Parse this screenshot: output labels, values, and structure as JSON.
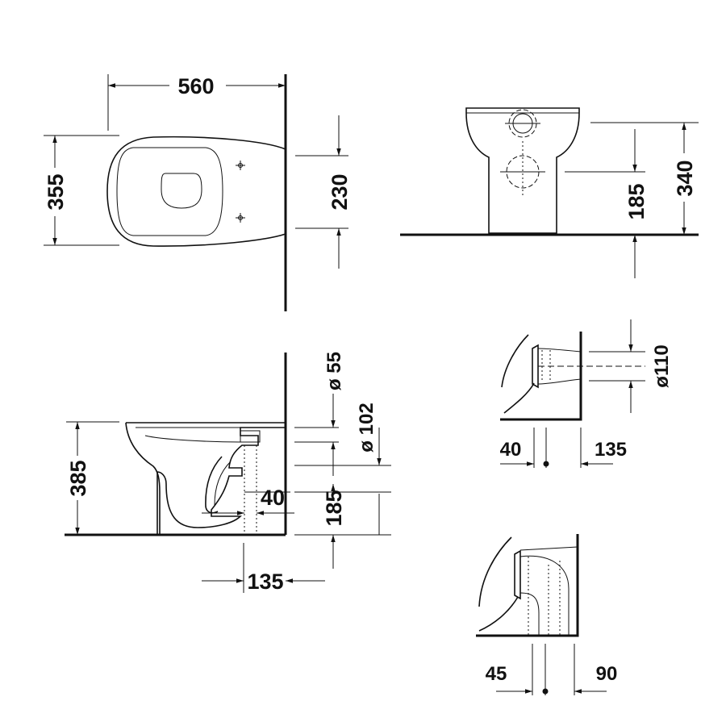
{
  "dimensions": {
    "top_width": "560",
    "top_depth": "355",
    "top_fix_spacing": "230",
    "front_height": "340",
    "front_outlet_height": "185",
    "side_height": "385",
    "side_inlet_dia": "ø 55",
    "side_outlet_dia": "ø 102",
    "side_outlet_height": "185",
    "side_offset": "40",
    "side_wall_distance": "135",
    "detail1_dia": "ø110",
    "detail1_left": "40",
    "detail1_right": "135",
    "detail2_left": "45",
    "detail2_right": "90"
  }
}
